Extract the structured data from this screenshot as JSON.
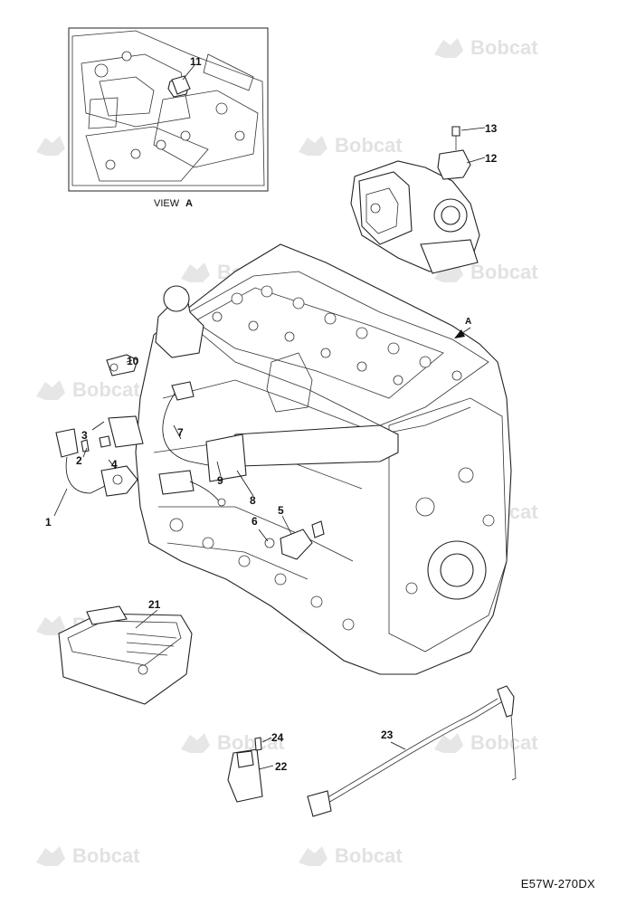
{
  "watermark": {
    "brand": "Bobcat"
  },
  "inset": {
    "view_label": "VIEW",
    "view_letter": "A"
  },
  "direction_arrow": {
    "letter": "A"
  },
  "callouts": [
    "1",
    "2",
    "3",
    "4",
    "5",
    "6",
    "7",
    "8",
    "9",
    "10",
    "11",
    "12",
    "13",
    "21",
    "22",
    "23",
    "24"
  ],
  "drawing_code": "E57W-270DX",
  "colors": {
    "line": "#222222",
    "watermark": "#e2e2e2",
    "background": "#ffffff"
  }
}
